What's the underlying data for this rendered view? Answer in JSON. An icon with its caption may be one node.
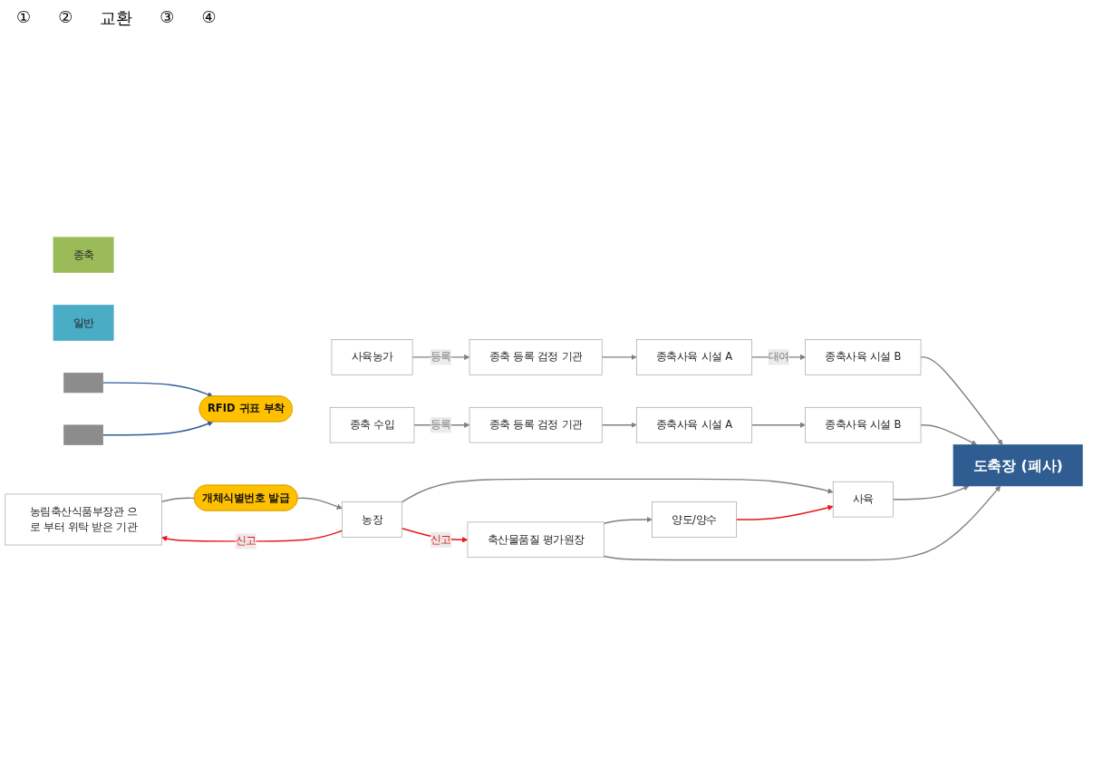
{
  "diagram": {
    "nodes": [
      {
        "text": [
          "종축"
        ]
      },
      {
        "text": [
          "사육농가"
        ]
      },
      {
        "text": [
          "종축 등록 검정 기관"
        ]
      },
      {
        "text": [
          "종축사육 시설 A"
        ]
      },
      {
        "text": [
          "종축사육 시설 B"
        ]
      },
      {
        "text": [
          "종축 수입"
        ]
      },
      {
        "text": [
          "종축 등록 검정 기관"
        ]
      },
      {
        "text": [
          "종축사육 시설 A"
        ]
      },
      {
        "text": [
          "종축사육 시설 B"
        ]
      },
      {
        "text": [
          "RFID 귀표 부착"
        ]
      },
      {
        "text": [
          "일반"
        ]
      },
      {
        "text": [
          "농림축산식품부장관 으로 부터 위탁 받은 기관"
        ]
      },
      {
        "text": [
          "농장"
        ]
      },
      {
        "text": [
          "개체식별번호 발급"
        ]
      },
      {
        "text": [
          "사육"
        ]
      },
      {
        "text": [
          "축산물품질 평가원장"
        ]
      },
      {
        "text": [
          "양도/양수"
        ]
      },
      {
        "text": [
          "도축장 (폐사)"
        ]
      },
      {
        "text": [],
        "shape": "bar"
      },
      {
        "text": [],
        "shape": "bar"
      }
    ],
    "edges": [
      {
        "from": 1,
        "to": 2,
        "arrow": "to",
        "label": "등록"
      },
      {
        "from": 2,
        "to": 3,
        "arrow": "to"
      },
      {
        "from": 3,
        "to": 4,
        "arrow": "to",
        "label": "대여"
      },
      {
        "from": 4,
        "to": 17,
        "arrow": "to"
      },
      {
        "from": 5,
        "to": 6,
        "arrow": "to",
        "label": "등록"
      },
      {
        "from": 6,
        "to": 7,
        "arrow": "to"
      },
      {
        "from": 7,
        "to": 8,
        "arrow": "to"
      },
      {
        "from": 8,
        "to": 17,
        "arrow": "to"
      },
      {
        "from": 18,
        "to": 9,
        "arrow": "to",
        "color": "#2e5c9a"
      },
      {
        "from": 19,
        "to": 9,
        "arrow": "to",
        "color": "#2e5c9a"
      },
      {
        "from": 12,
        "to": 11,
        "arrow": "to",
        "label": "신고",
        "color": "#e8161b"
      },
      {
        "from": 11,
        "to": 13,
        "arrow": "none"
      },
      {
        "from": 13,
        "to": 12,
        "arrow": "to"
      },
      {
        "from": 12,
        "to": 14,
        "arrow": "to"
      },
      {
        "from": 12,
        "to": 15,
        "arrow": "to",
        "label": "신고",
        "color": "#e8161b"
      },
      {
        "from": 14,
        "to": 17,
        "arrow": "to"
      },
      {
        "from": 15,
        "to": 17,
        "arrow": "to"
      },
      {
        "from": 15,
        "to": 16,
        "arrow": "to"
      },
      {
        "from": 16,
        "to": 14,
        "arrow": "to",
        "color": "#e8161b"
      }
    ],
    "labels": [
      "①",
      "②",
      "교환",
      "③",
      "④"
    ]
  }
}
